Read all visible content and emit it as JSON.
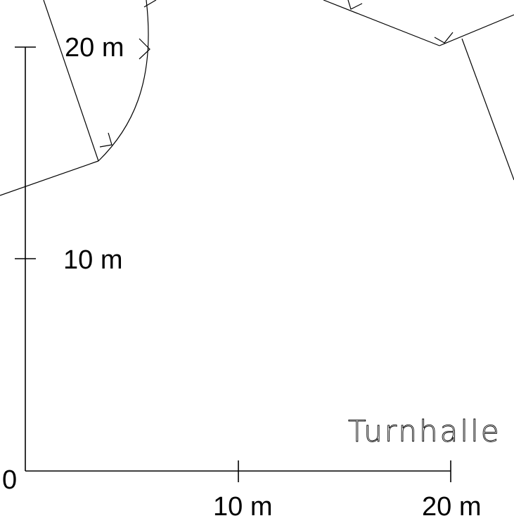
{
  "axes": {
    "origin_label": "0",
    "x_ticks": [
      "10 m",
      "20 m"
    ],
    "y_ticks": [
      "10 m",
      "20 m"
    ]
  },
  "map": {
    "building_label": "Turnhalle"
  },
  "colors": {
    "background": "#ffffff",
    "line": "#000000"
  }
}
